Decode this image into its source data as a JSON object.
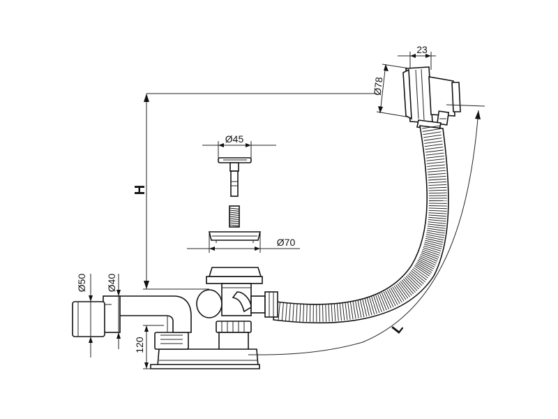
{
  "colors": {
    "line": "#111111",
    "background": "#ffffff",
    "fill": "#e6e6e6"
  },
  "dimensions": {
    "overflow_width": "23",
    "overflow_diameter": "Ø78",
    "plug_diameter": "Ø45",
    "waste_diameter": "Ø70",
    "outlet_outer_diameter": "Ø50",
    "outlet_inner_diameter": "Ø40",
    "trap_height": "120",
    "height_label": "H",
    "length_label": "L"
  }
}
